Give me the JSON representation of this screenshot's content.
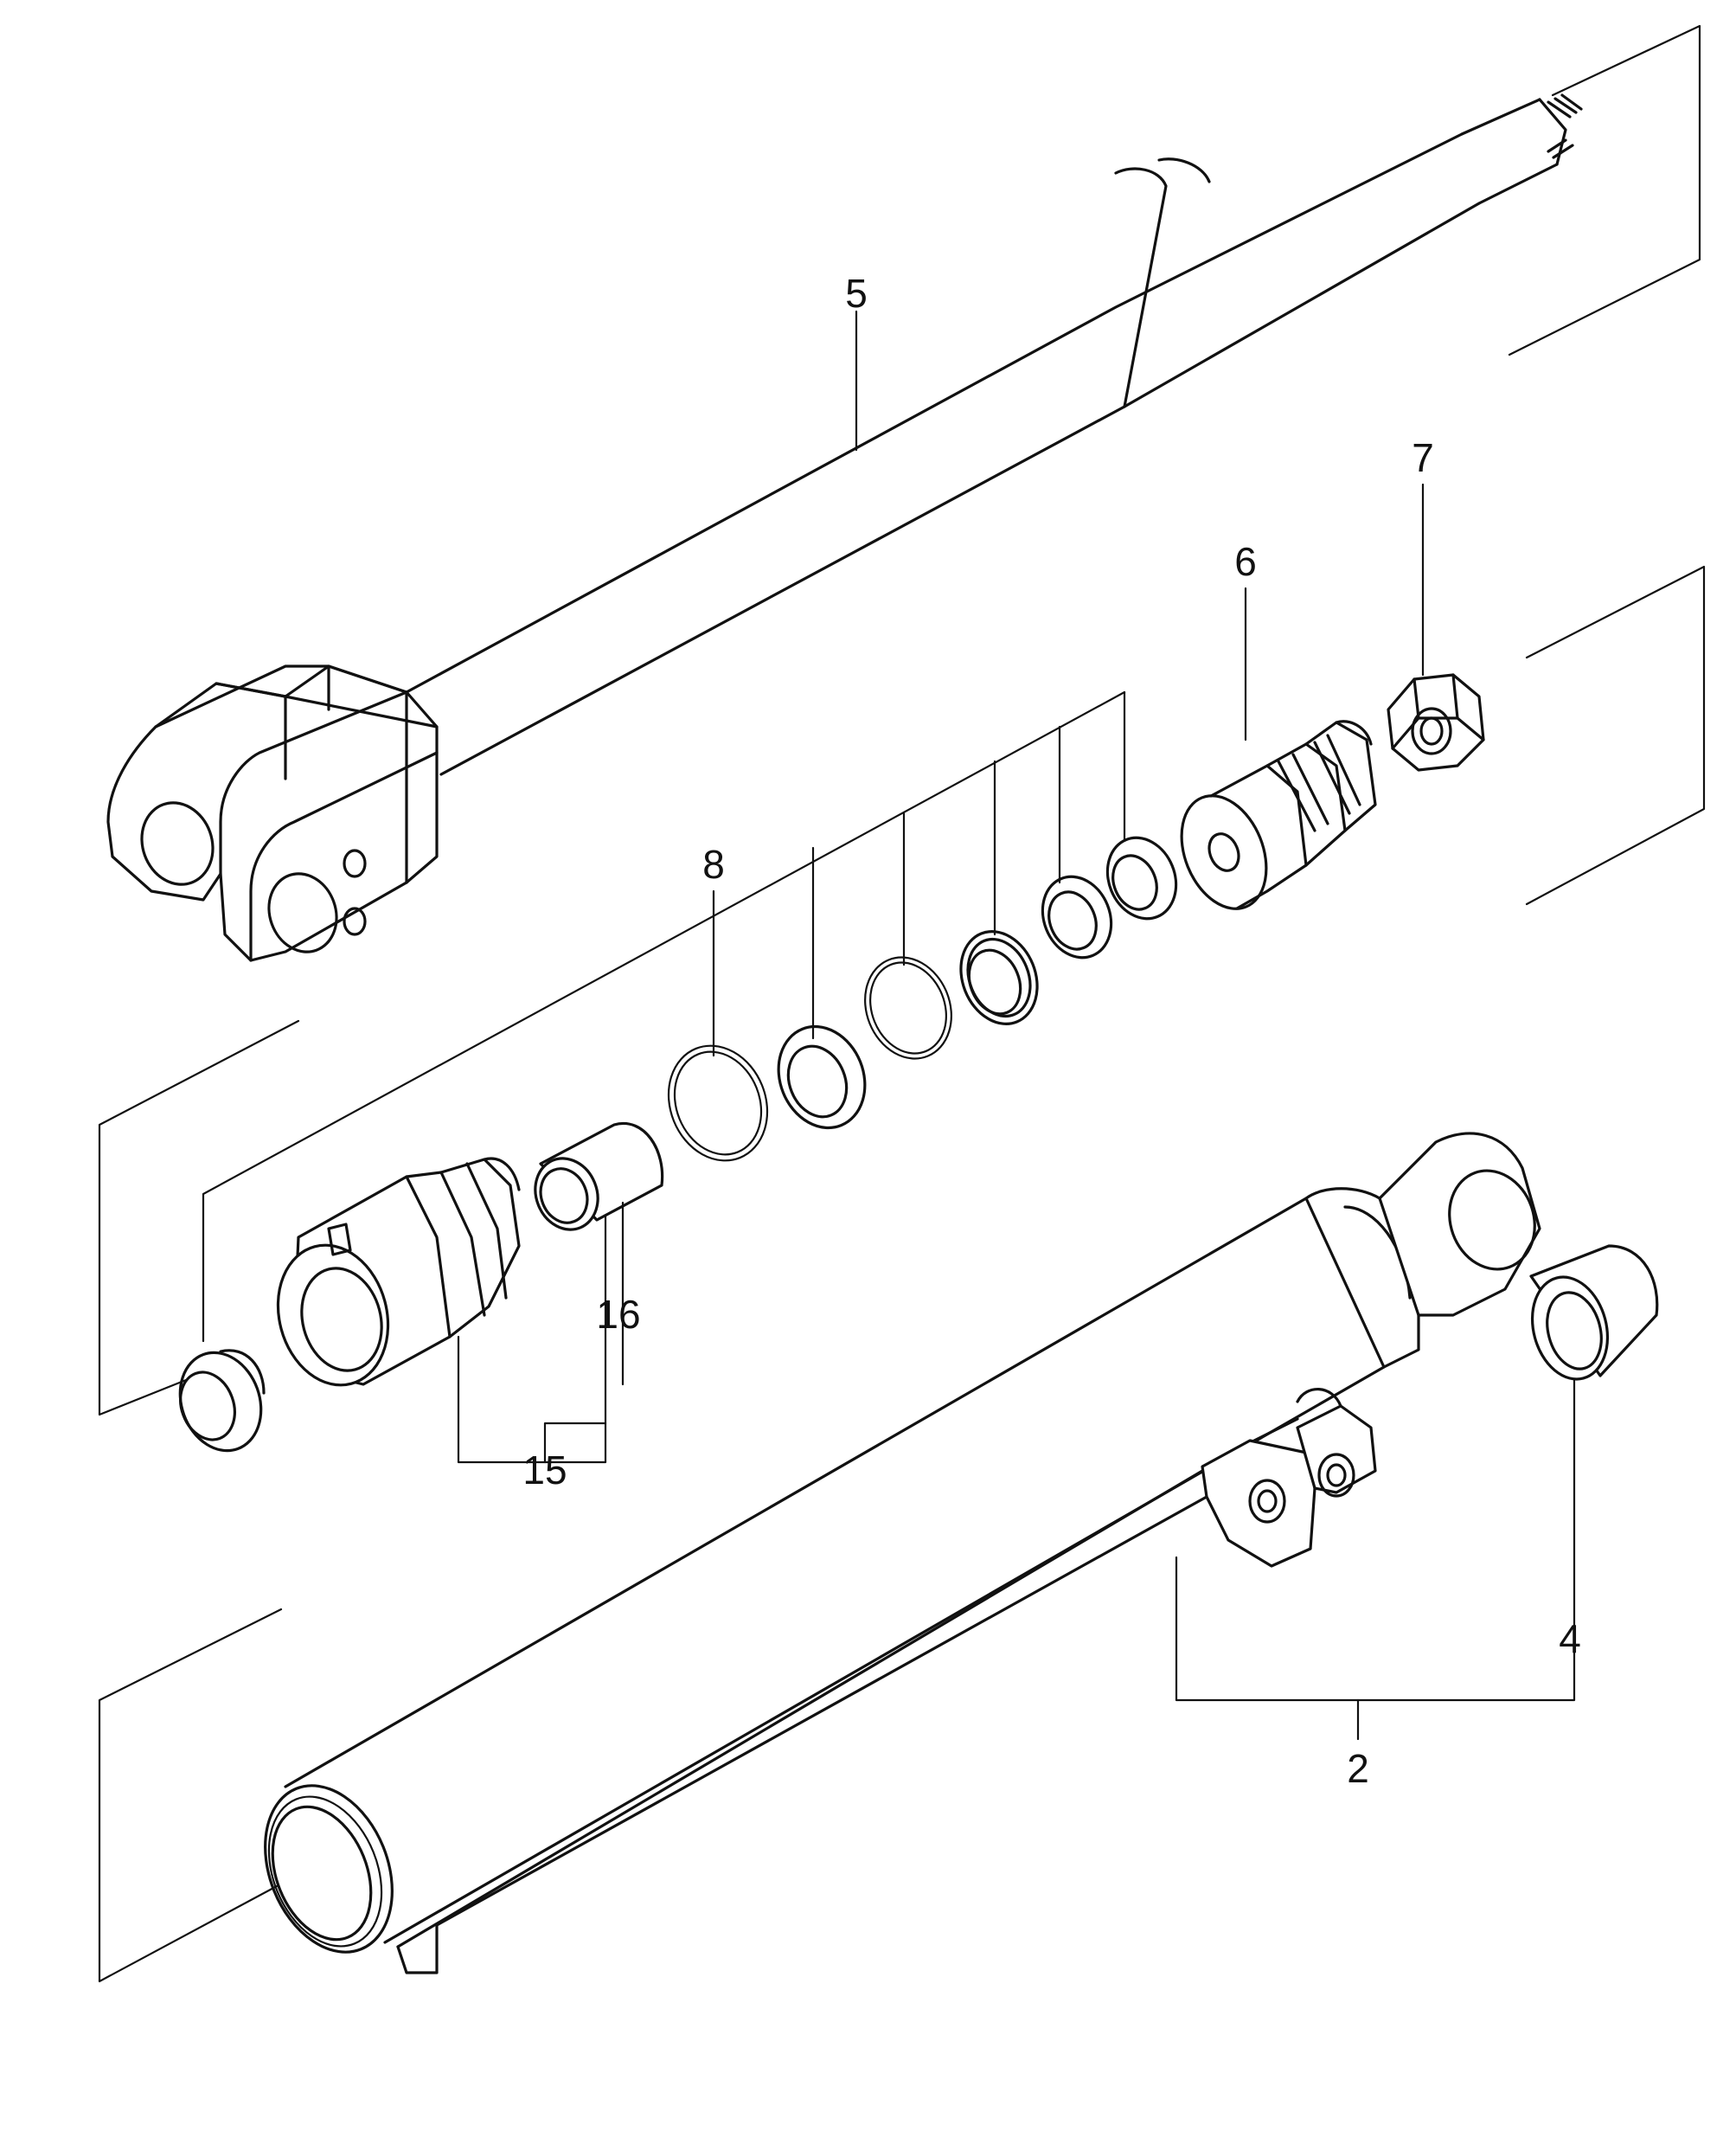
{
  "diagram": {
    "callouts": [
      {
        "id": "2",
        "label": "2"
      },
      {
        "id": "4",
        "label": "4"
      },
      {
        "id": "5",
        "label": "5"
      },
      {
        "id": "6",
        "label": "6"
      },
      {
        "id": "7",
        "label": "7"
      },
      {
        "id": "8",
        "label": "8"
      },
      {
        "id": "15",
        "label": "15"
      },
      {
        "id": "16",
        "label": "16"
      }
    ],
    "parts": [
      "piston-rod",
      "piston",
      "lock-nut",
      "seal-kit",
      "o-ring",
      "gland",
      "bushing",
      "cylinder-barrel",
      "barrel-bushing"
    ]
  }
}
